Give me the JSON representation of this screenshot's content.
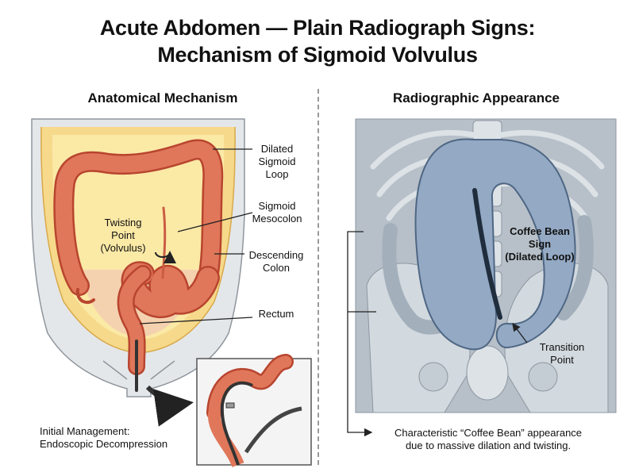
{
  "title": {
    "line1": "Acute Abdomen — Plain Radiograph Signs:",
    "line2": "Mechanism of Sigmoid Volvulus"
  },
  "left_panel": {
    "heading": "Anatomical Mechanism",
    "labels": {
      "dilated_loop": [
        "Dilated",
        "Sigmoid",
        "Loop"
      ],
      "mesocolon": [
        "Sigmoid",
        "Mesocolon"
      ],
      "descending": [
        "Descending",
        "Colon"
      ],
      "rectum": "Rectum",
      "twisting": [
        "Twisting",
        "Point"
      ],
      "volvulus": "(Volvulus)"
    },
    "management": {
      "title": "Initial Management:",
      "text": "Endoscopic Decompression"
    }
  },
  "right_panel": {
    "heading": "Radiographic Appearance",
    "labels": {
      "coffee_bean": [
        "Coffee Bean",
        "Sign",
        "(Dilated Loop)"
      ],
      "transition": [
        "Transition",
        "Point"
      ],
      "caption": [
        "Characteristic “Coffee Bean” appearance",
        "due to massive dilation and twisting."
      ]
    }
  },
  "colors": {
    "colon": "#e0775a",
    "colon_dark": "#b8452f",
    "skin": "#e4e7ea",
    "fat": "#f6d98a",
    "peritoneum": "#fbe9a6",
    "xray_bg": "#b7c0c9",
    "bean": "#93a9c4"
  }
}
